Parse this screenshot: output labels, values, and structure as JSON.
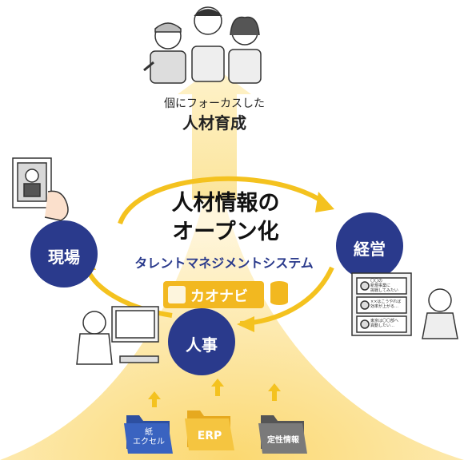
{
  "top": {
    "subtitle": "個にフォーカスした",
    "title": "人材育成"
  },
  "center": {
    "title_line1": "人材情報の",
    "title_line2": "オープン化",
    "system_label": "タレントマネジメントシステム",
    "brand": "カオナビ"
  },
  "nodes": {
    "left": "現場",
    "right": "経営",
    "bottom": "人事"
  },
  "folders": [
    {
      "label": "紙\nエクセル",
      "color": "#2d4fa0"
    },
    {
      "label": "ERP",
      "color": "#f1bb2c"
    },
    {
      "label": "定性情報",
      "color": "#6b6b6b"
    }
  ],
  "screen_messages": [
    "〇〇の\n新規事業に\n挑戦してみたい",
    "××はこうやれば\n効率が上がる…",
    "東京は〇〇部へ\n異動したい…"
  ],
  "colors": {
    "navy": "#2a3a8c",
    "yellow_ring": "#f4c21f",
    "glow": "#fbe6a0",
    "brand_yellow": "#f2b820"
  }
}
